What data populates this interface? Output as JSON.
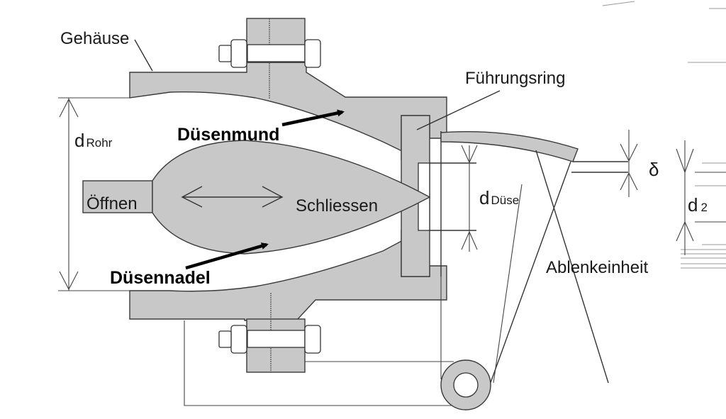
{
  "diagram": {
    "title": "Düsen-Schnittdarstellung",
    "labels": {
      "housing": "Gehäuse",
      "guide_ring": "Führungsring",
      "nozzle_mouth": "Düsenmund",
      "nozzle_needle": "Düsennadel",
      "open": "Öffnen",
      "close": "Schliessen",
      "deflector": "Ablenkeinheit",
      "delta": "δ",
      "d_pipe_main": "d",
      "d_pipe_sub": "Rohr",
      "d_nozzle_main": "d",
      "d_nozzle_sub": "Düse",
      "d2_main": "d",
      "d2_sub": "2"
    },
    "colors": {
      "fill": "#c8c8c8",
      "stroke": "#333333",
      "text": "#1a1a1a"
    }
  }
}
